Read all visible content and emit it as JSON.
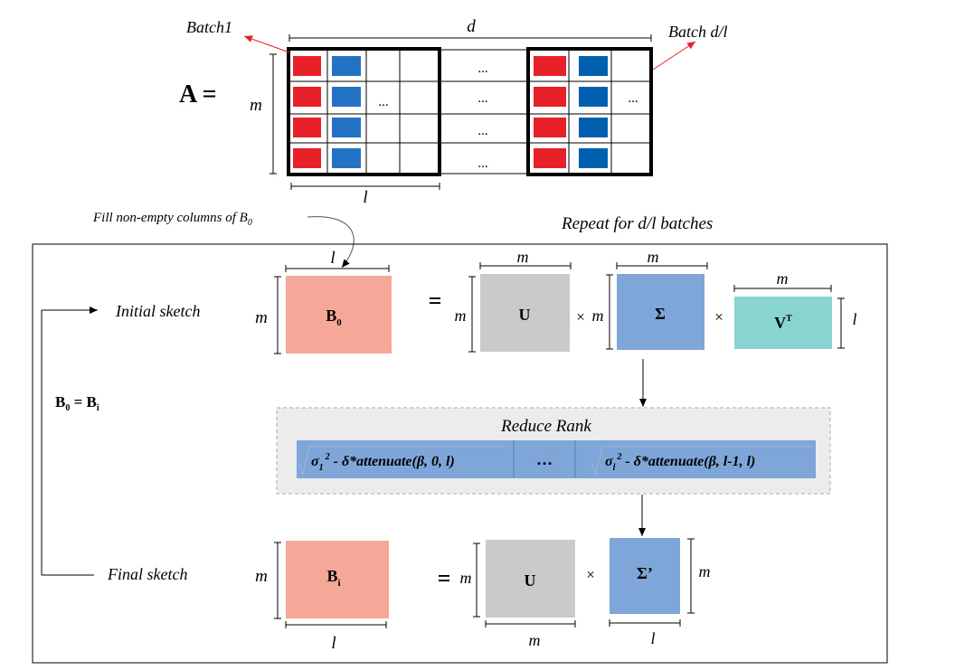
{
  "top_matrix": {
    "label": "A =",
    "batch_first": "Batch1",
    "batch_last": "Batch d/l",
    "dim_width": "d",
    "dim_height": "m",
    "dim_batch": "l",
    "ellipsis": "..."
  },
  "fill_caption": {
    "text": "Fill non-empty columns of B",
    "sub": "0"
  },
  "repeat_caption": "Repeat for d/l batches",
  "loop": {
    "initial_label": "Initial sketch",
    "final_label": "Final sketch",
    "assign_left": "B",
    "assign_left_sub": "0",
    "assign_mid": " = B",
    "assign_right_sub": "i"
  },
  "svd_row": {
    "b0_label": "B",
    "b0_sub": "0",
    "b0_dim_top": "l",
    "b0_dim_left": "m",
    "equals": "=",
    "u_label": "U",
    "u_dim_top": "m",
    "u_dim_left": "m",
    "times": "×",
    "sigma_label": "Σ",
    "sigma_dim_top": "m",
    "sigma_dim_left": "m",
    "vt_label": "V",
    "vt_sup": "T",
    "vt_dim_top": "m",
    "vt_dim_right": "l"
  },
  "reduce": {
    "title": "Reduce Rank",
    "cell1_main": "σ",
    "cell1_sub": "1",
    "cell1_sup": "2",
    "cell1_rest": " - δ*attenuate(β, 0, l)",
    "cell_mid": "…",
    "cell3_main": "σ",
    "cell3_sub": "l",
    "cell3_sup": "2",
    "cell3_rest": " - δ*attenuate(β, l-1, l)"
  },
  "final_row": {
    "bi_label": "B",
    "bi_sub": "i",
    "bi_dim_left": "m",
    "bi_dim_bottom": "l",
    "equals": "=",
    "u_label": "U",
    "u_dim_left": "m",
    "u_dim_bottom": "m",
    "times": "×",
    "sigma_label": "Σ’",
    "sigma_dim_right": "m",
    "sigma_dim_bottom": "l"
  },
  "colors": {
    "red": "#e8202a",
    "blue": "#2472c3",
    "blue_dark": "#0060b0",
    "salmon": "#f6a898",
    "gray": "#cacaca",
    "sigma_blue": "#7ea6d8",
    "teal": "#87d4d0",
    "reduce_bg": "#ececec",
    "reduce_bar": "#7ea6d8",
    "arrow_red": "#e8202a"
  }
}
